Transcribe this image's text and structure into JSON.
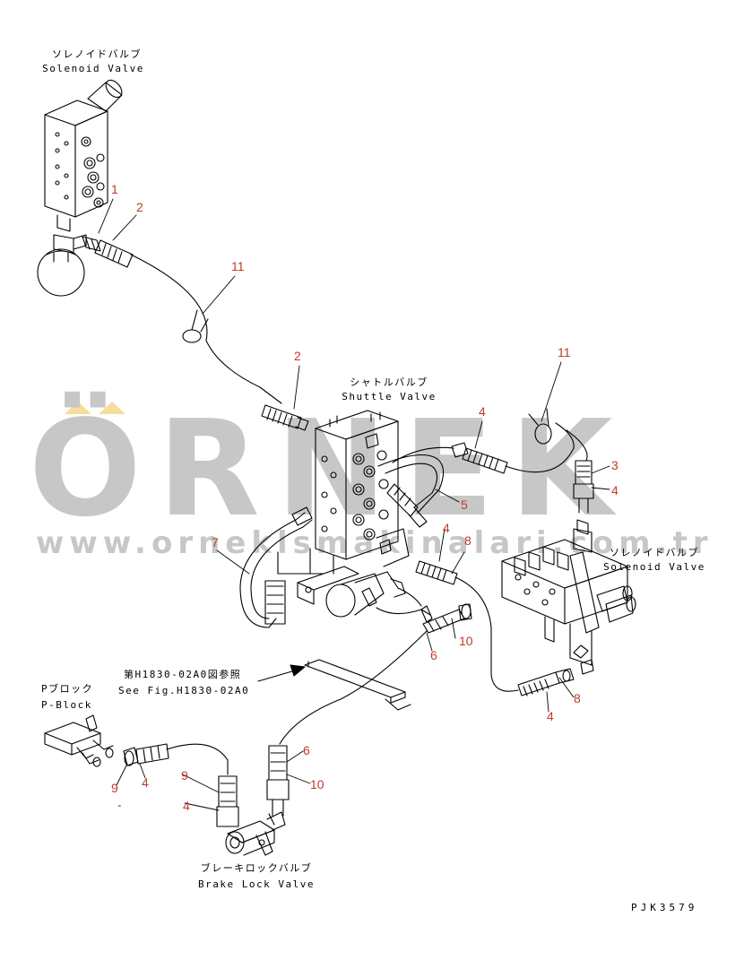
{
  "labels": {
    "solenoid_top_jp": "ソレノイドバルブ",
    "solenoid_top_en": "Solenoid Valve",
    "shuttle_jp": "シャトルバルブ",
    "shuttle_en": "Shuttle Valve",
    "solenoid_right_jp": "ソレノイドバルブ",
    "solenoid_right_en": "Solenoid Valve",
    "reference_jp": "第H1830-02A0図参照",
    "reference_en": "See Fig.H1830-02A0",
    "pblock_jp": "Pブロック",
    "pblock_en": "P-Block",
    "brake_jp": "ブレーキロックバルブ",
    "brake_en": "Brake Lock Valve",
    "drawing_code": "PJK3579",
    "stray_mark": "-"
  },
  "watermark": {
    "logo": "ÖRNEK",
    "url": "www.orneklsmakinalari.com.tr"
  },
  "callouts": [
    {
      "id": "c1",
      "text": "1"
    },
    {
      "id": "c2a",
      "text": "2"
    },
    {
      "id": "c11a",
      "text": "11"
    },
    {
      "id": "c2b",
      "text": "2"
    },
    {
      "id": "c11b",
      "text": "11"
    },
    {
      "id": "c4a",
      "text": "4"
    },
    {
      "id": "c3",
      "text": "3"
    },
    {
      "id": "c4b",
      "text": "4"
    },
    {
      "id": "c5",
      "text": "5"
    },
    {
      "id": "c7",
      "text": "7"
    },
    {
      "id": "c4c",
      "text": "4"
    },
    {
      "id": "c8a",
      "text": "8"
    },
    {
      "id": "c10a",
      "text": "10"
    },
    {
      "id": "c6a",
      "text": "6"
    },
    {
      "id": "c8b",
      "text": "8"
    },
    {
      "id": "c4d",
      "text": "4"
    },
    {
      "id": "c6b",
      "text": "6"
    },
    {
      "id": "c9a",
      "text": "9"
    },
    {
      "id": "c10b",
      "text": "10"
    },
    {
      "id": "c9b",
      "text": "9"
    },
    {
      "id": "c4e",
      "text": "4"
    },
    {
      "id": "c4f",
      "text": "4"
    }
  ],
  "colors": {
    "callout": "#c0392b",
    "line": "#000000",
    "watermark": "#c7c7c7",
    "watermark_accent": "#f3df9a"
  }
}
